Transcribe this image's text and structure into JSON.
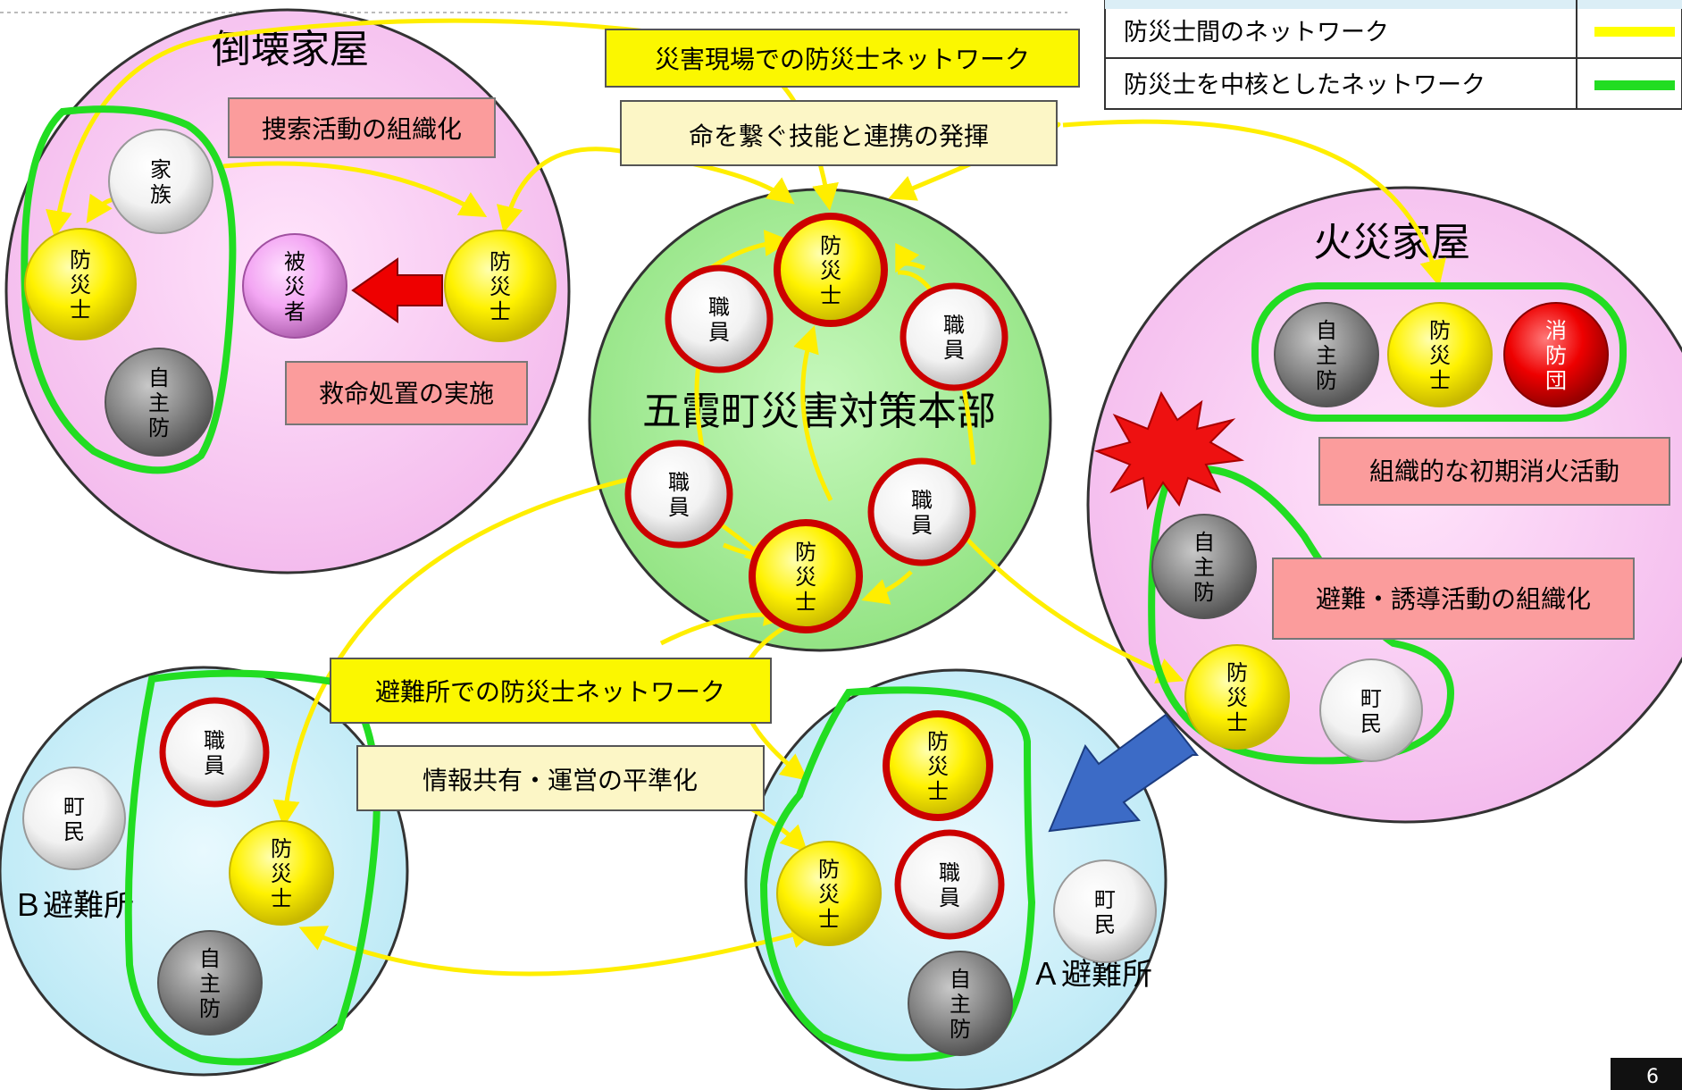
{
  "zones": {
    "collapsed": {
      "title": "倒壊家屋"
    },
    "fire": {
      "title": "火災家屋"
    },
    "hq": {
      "title": "五霞町災害対策本部"
    },
    "shelter_b": {
      "title": "Ｂ避難所"
    },
    "shelter_a": {
      "title": "Ａ避難所"
    }
  },
  "boxes": {
    "disaster_network": "災害現場での防災士ネットワーク",
    "life_skills": "命を繋ぐ技能と連携の発揮",
    "search": "捜索活動の組織化",
    "rescue": "救命処置の実施",
    "firefight": "組織的な初期消火活動",
    "evacuation": "避難・誘導活動の組織化",
    "shelter_network": "避難所での防災士ネットワーク",
    "info_share": "情報共有・運営の平準化"
  },
  "legend": {
    "row1": "防災士間のネットワーク",
    "row2": "防災士を中核としたネットワーク",
    "color1": "#ffff00",
    "color2": "#22dd22"
  },
  "labels": {
    "bousaishi": "防災士",
    "shokuin": "職員",
    "jishubo": "自主防",
    "kazoku": "家族",
    "hisaisha": "被災者",
    "shobodan": "消防団",
    "chomin": "町民"
  },
  "colors": {
    "yellow_link": "#ffee00",
    "green_group": "#22dd22",
    "zone_pink": "#ffd2f7",
    "zone_green": "#b3f3a8",
    "zone_blue": "#d4f2fb",
    "box_fill": "#fb9c9c",
    "banner_fill": "#fbf700"
  },
  "page_number": "6"
}
